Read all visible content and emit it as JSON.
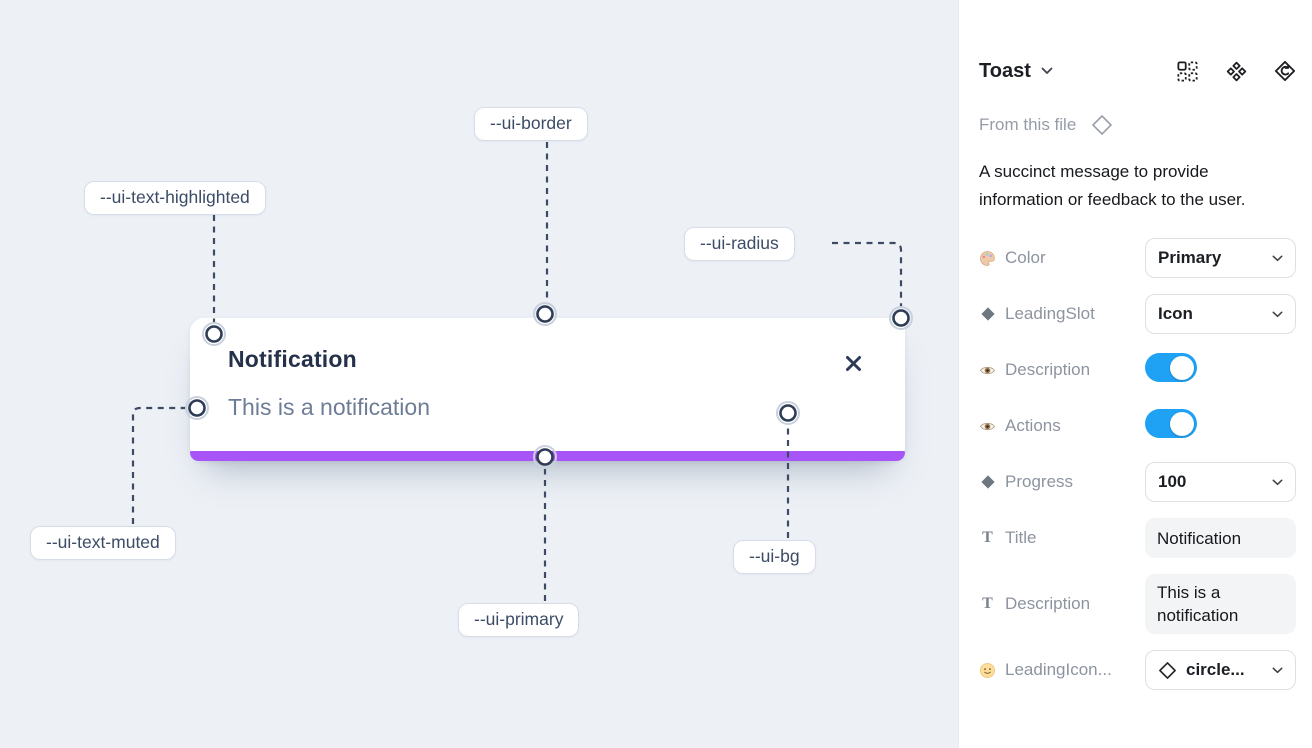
{
  "canvas": {
    "toast": {
      "title": "Notification",
      "description": "This is a notification"
    },
    "annotations": [
      {
        "label": "--ui-border"
      },
      {
        "label": "--ui-text-highlighted"
      },
      {
        "label": "--ui-radius"
      },
      {
        "label": "--ui-text-muted"
      },
      {
        "label": "--ui-primary"
      },
      {
        "label": "--ui-bg"
      }
    ]
  },
  "panel": {
    "title": "Toast",
    "source_label": "From this file",
    "description": "A succinct message to provide information or feedback to the user.",
    "header_icons": [
      "swap-instance-icon",
      "component-icon",
      "back-to-component-icon"
    ],
    "properties": [
      {
        "icon": "palette-icon",
        "label": "Color",
        "type": "select",
        "value": "Primary"
      },
      {
        "icon": "diamond-icon",
        "label": "LeadingSlot",
        "type": "select",
        "value": "Icon"
      },
      {
        "icon": "eye-icon",
        "label": "Description",
        "type": "toggle",
        "value": "on"
      },
      {
        "icon": "eye-icon",
        "label": "Actions",
        "type": "toggle",
        "value": "on"
      },
      {
        "icon": "diamond-icon",
        "label": "Progress",
        "type": "select",
        "value": "100"
      },
      {
        "icon": "text-icon",
        "label": "Title",
        "type": "text",
        "value": "Notification"
      },
      {
        "icon": "text-icon",
        "label": "Description",
        "type": "text",
        "value": "This is a notification"
      },
      {
        "icon": "smiley-icon",
        "label": "LeadingIcon...",
        "type": "select-icon",
        "value": "circle..."
      }
    ]
  },
  "colors": {
    "primary": "#a855f7",
    "toggle_on": "#1fa1f4",
    "canvas_bg": "#edf1f6",
    "wire": "#3c4a63"
  }
}
